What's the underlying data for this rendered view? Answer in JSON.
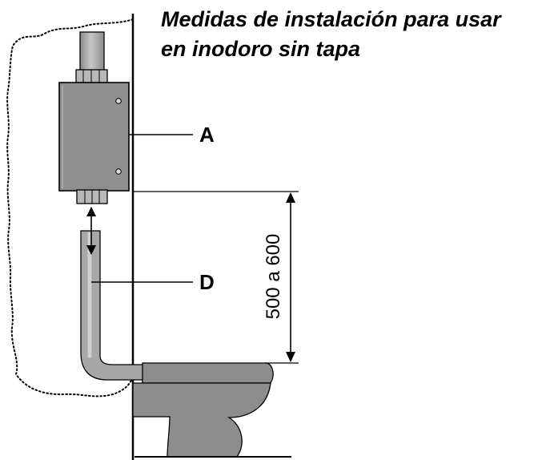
{
  "title": {
    "line1": "Medidas de instalación para usar",
    "line2": "en inodoro sin tapa"
  },
  "labels": {
    "a": "A",
    "d": "D"
  },
  "dimension": {
    "text": "500 a 600"
  },
  "colors": {
    "line": "#000000",
    "part_gray": "#8f8f8f",
    "pipe_gray": "#a3a3a3",
    "toilet_gray": "#8a8a8a",
    "background": "#ffffff"
  }
}
